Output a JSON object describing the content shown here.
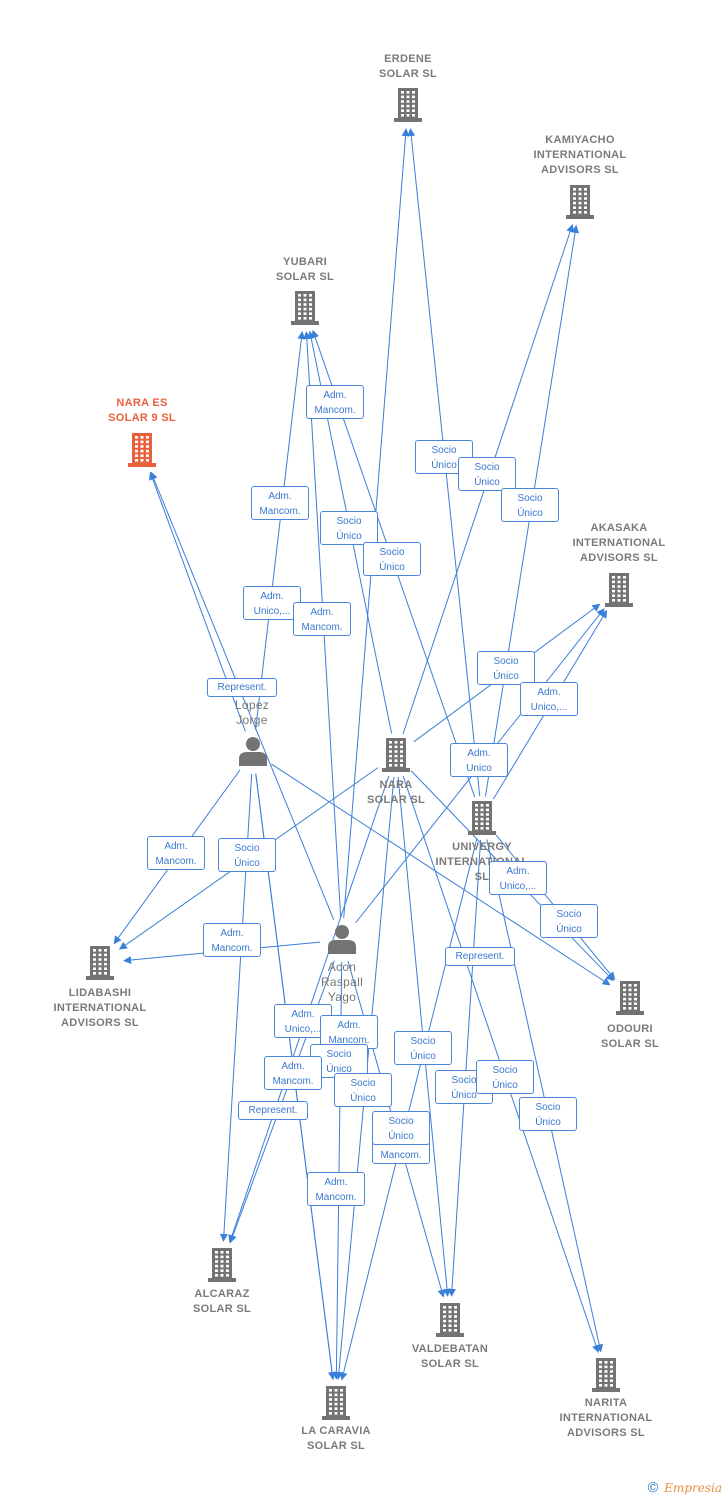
{
  "nodes": [
    {
      "id": "erdene",
      "kind": "company",
      "lines": [
        "ERDENE",
        "SOLAR  SL"
      ]
    },
    {
      "id": "kamiyacho",
      "kind": "company",
      "lines": [
        "KAMIYACHO",
        "INTERNATIONAL",
        "ADVISORS  SL"
      ]
    },
    {
      "id": "yubari",
      "kind": "company",
      "lines": [
        "YUBARI",
        "SOLAR  SL"
      ]
    },
    {
      "id": "nara9",
      "kind": "company",
      "main": true,
      "lines": [
        "NARA ES",
        "SOLAR 9  SL"
      ]
    },
    {
      "id": "akasaka",
      "kind": "company",
      "lines": [
        "AKASAKA",
        "INTERNATIONAL",
        "ADVISORS  SL"
      ]
    },
    {
      "id": "lopez",
      "kind": "person",
      "lines": [
        "Lopez",
        "Jorge"
      ]
    },
    {
      "id": "nara",
      "kind": "company",
      "lines": [
        "NARA",
        "SOLAR  SL"
      ]
    },
    {
      "id": "univergy",
      "kind": "company",
      "lines": [
        "UNIVERGY",
        "INTERNATIONAL",
        "SL"
      ]
    },
    {
      "id": "acon",
      "kind": "person",
      "lines": [
        "Acon",
        "Raspall",
        "Yago"
      ]
    },
    {
      "id": "lidabashi",
      "kind": "company",
      "lines": [
        "LIDABASHI",
        "INTERNATIONAL",
        "ADVISORS  SL"
      ]
    },
    {
      "id": "odouri",
      "kind": "company",
      "lines": [
        "ODOURI",
        "SOLAR  SL"
      ]
    },
    {
      "id": "alcaraz",
      "kind": "company",
      "lines": [
        "ALCARAZ",
        "SOLAR  SL"
      ]
    },
    {
      "id": "valdebatan",
      "kind": "company",
      "lines": [
        "VALDEBATAN",
        "SOLAR  SL"
      ]
    },
    {
      "id": "narita",
      "kind": "company",
      "lines": [
        "NARITA",
        "INTERNATIONAL",
        "ADVISORS  SL"
      ]
    },
    {
      "id": "lacaravia",
      "kind": "company",
      "lines": [
        "LA CARAVIA",
        "SOLAR  SL"
      ]
    }
  ],
  "edges": [
    {
      "from": "lopez",
      "to": "nara9",
      "lines": [
        "Represent."
      ]
    },
    {
      "from": "acon",
      "to": "nara9",
      "lines": [
        "Adm.",
        "Unico,..."
      ]
    },
    {
      "from": "lopez",
      "to": "yubari",
      "lines": [
        "Adm.",
        "Mancom."
      ]
    },
    {
      "from": "acon",
      "to": "yubari",
      "lines": [
        "Adm.",
        "Mancom."
      ]
    },
    {
      "from": "acon",
      "to": "erdene",
      "lines": [
        "Adm.",
        "Mancom."
      ]
    },
    {
      "from": "nara",
      "to": "yubari",
      "lines": [
        "Socio",
        "Único"
      ]
    },
    {
      "from": "univergy",
      "to": "yubari",
      "lines": [
        "Socio",
        "Único"
      ]
    },
    {
      "from": "univergy",
      "to": "erdene",
      "lines": [
        "Socio",
        "Único"
      ]
    },
    {
      "from": "nara",
      "to": "kamiyacho",
      "lines": [
        "Socio",
        "Único"
      ]
    },
    {
      "from": "univergy",
      "to": "kamiyacho",
      "lines": [
        "Socio",
        "Único"
      ]
    },
    {
      "from": "nara",
      "to": "akasaka",
      "lines": [
        "Socio",
        "Único"
      ]
    },
    {
      "from": "univergy",
      "to": "akasaka",
      "lines": [
        "Adm.",
        "Unico,..."
      ]
    },
    {
      "from": "acon",
      "to": "akasaka",
      "lines": [
        "Adm.",
        "Unico"
      ]
    },
    {
      "from": "lopez",
      "to": "lidabashi",
      "lines": [
        "Adm.",
        "Mancom."
      ]
    },
    {
      "from": "nara",
      "to": "lidabashi",
      "lines": [
        "Socio",
        "Único"
      ]
    },
    {
      "from": "acon",
      "to": "lidabashi",
      "lines": [
        "Adm.",
        "Mancom."
      ]
    },
    {
      "from": "univergy",
      "to": "odouri",
      "lines": [
        "Adm.",
        "Unico,..."
      ]
    },
    {
      "from": "nara",
      "to": "odouri",
      "lines": [
        "Socio",
        "Único"
      ]
    },
    {
      "from": "lopez",
      "to": "odouri",
      "lines": [
        "Represent."
      ]
    },
    {
      "from": "acon",
      "to": "alcaraz",
      "lines": [
        "Adm.",
        "Unico,..."
      ]
    },
    {
      "from": "acon",
      "to": "lacaravia",
      "lines": [
        "Adm.",
        "Mancom."
      ]
    },
    {
      "from": "nara",
      "to": "alcaraz",
      "lines": [
        "Socio",
        "Único"
      ]
    },
    {
      "from": "lopez",
      "to": "alcaraz",
      "lines": [
        "Adm.",
        "Mancom."
      ]
    },
    {
      "from": "lopez",
      "to": "lacaravia",
      "lines": [
        "Represent."
      ]
    },
    {
      "from": "nara",
      "to": "lacaravia",
      "lines": [
        "Socio",
        "Único"
      ]
    },
    {
      "from": "acon",
      "to": "valdebatan",
      "lines": [
        "Adm.",
        "Mancom."
      ]
    },
    {
      "from": "nara",
      "to": "valdebatan",
      "lines": [
        "Socio",
        "Único"
      ]
    },
    {
      "from": "univergy",
      "to": "valdebatan",
      "lines": [
        "Socio",
        "Único"
      ]
    },
    {
      "from": "univergy",
      "to": "lacaravia",
      "lines": [
        "Socio",
        "Único"
      ]
    },
    {
      "from": "nara",
      "to": "narita",
      "lines": [
        "Socio",
        "Único"
      ]
    },
    {
      "from": "univergy",
      "to": "narita",
      "lines": [
        "Socio",
        "Único"
      ]
    },
    {
      "from": "lopez",
      "to": "lacaravia",
      "lines": [
        "Adm.",
        "Mancom."
      ]
    }
  ],
  "colors": {
    "edge": "#3a7fd9",
    "node": "#737373",
    "main": "#e8603c"
  },
  "footer": {
    "copyright": "©",
    "brand": "Empresia"
  }
}
